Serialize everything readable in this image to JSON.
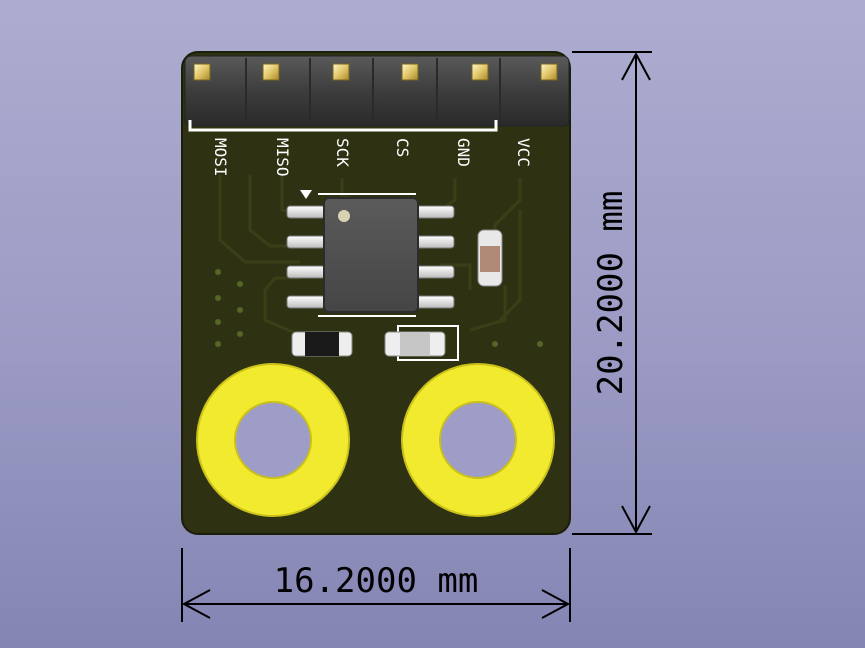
{
  "header_pins": [
    {
      "label": "MOSI"
    },
    {
      "label": "MISO"
    },
    {
      "label": "SCK"
    },
    {
      "label": "CS"
    },
    {
      "label": "GND"
    },
    {
      "label": "VCC"
    }
  ],
  "dimensions": {
    "width_label": "16.2000 mm",
    "height_label": "20.2000 mm"
  },
  "colors": {
    "board": "#2e3212",
    "pad_gold": "#f2ea2e",
    "header_body": "#3a3a3a",
    "silkscreen": "#ffffff",
    "background_top": "#adadd0",
    "background_bottom": "#8585b4"
  }
}
